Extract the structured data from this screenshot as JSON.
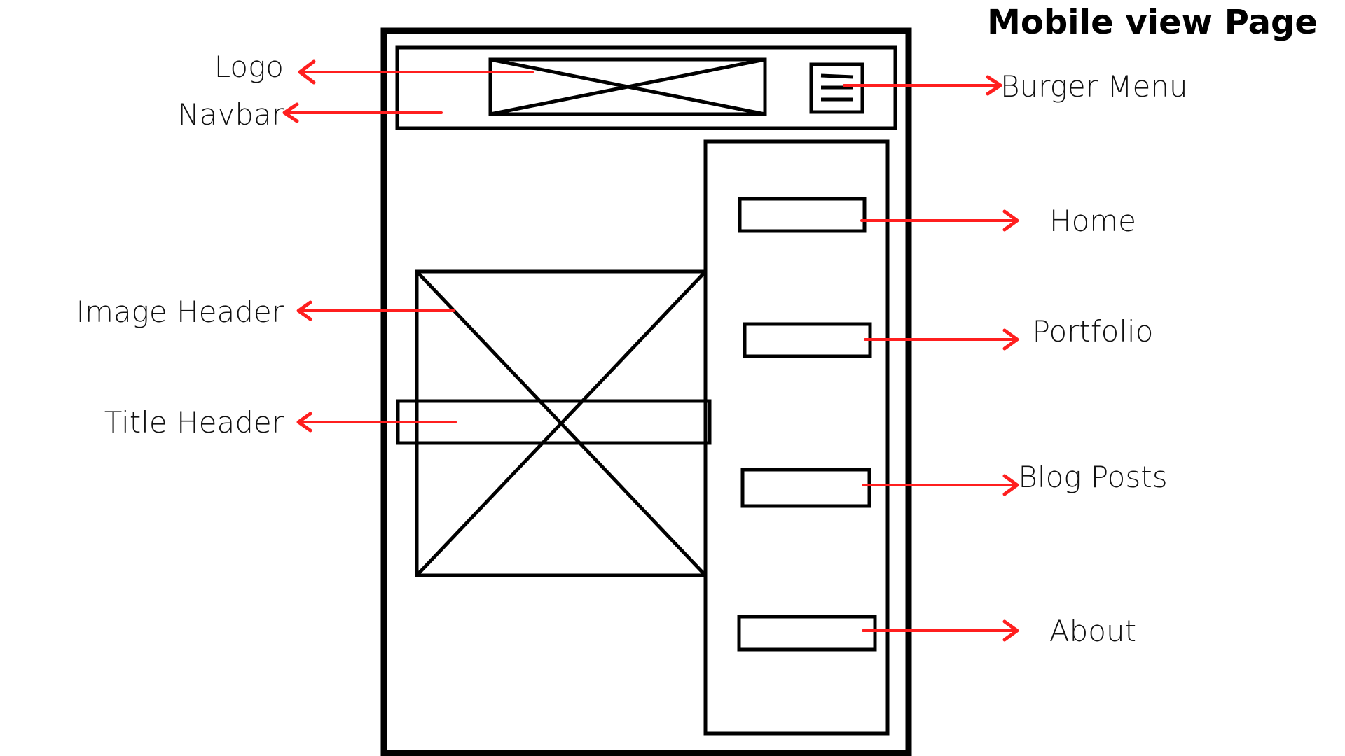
{
  "title": "Mobile view Page",
  "colors": {
    "wireframe": "#000000",
    "arrow": "#ff1f1f",
    "background": "#ffffff"
  },
  "labels": {
    "logo": "Logo",
    "navbar": "Navbar",
    "image_header": "Image Header",
    "title_header": "Title Header",
    "burger_menu": "Burger Menu",
    "home": "Home",
    "portfolio": "Portfolio",
    "blog_posts": "Blog Posts",
    "about": "About"
  }
}
